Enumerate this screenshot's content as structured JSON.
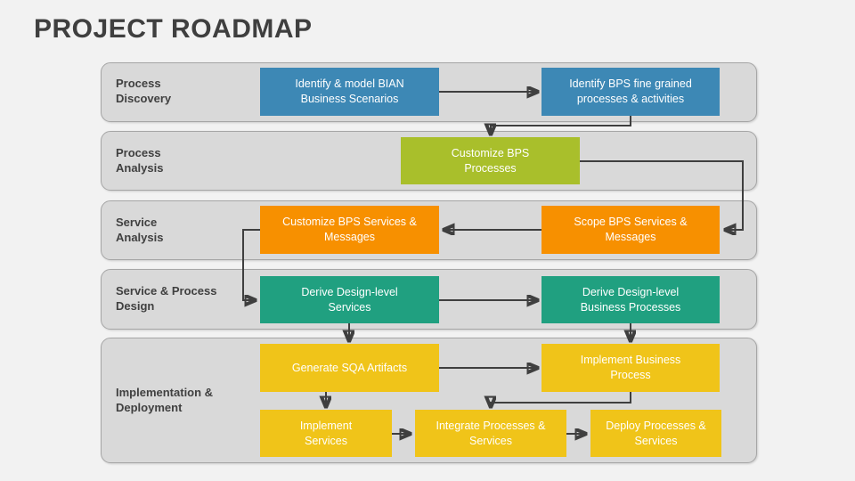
{
  "page": {
    "title": "PROJECT ROADMAP",
    "background": "#f2f2f2",
    "title_color": "#3f3f3f"
  },
  "palette": {
    "row_fill": "#d9d9d9",
    "row_border": "#a6a6a6",
    "connector": "#3f3f3f",
    "blue": "#3d88b5",
    "olive": "#a9bf2b",
    "orange": "#f79000",
    "teal": "#20a080",
    "yellow": "#f0c419"
  },
  "phases": [
    {
      "label": "Process\nDiscovery"
    },
    {
      "label": "Process\nAnalysis"
    },
    {
      "label": "Service\nAnalysis"
    },
    {
      "label": "Service & Process\nDesign"
    },
    {
      "label": "Implementation &\nDeployment"
    }
  ],
  "nodes": [
    {
      "id": "identify-model-bian",
      "label": "Identify & model BIAN\nBusiness Scenarios",
      "phase": "Process Discovery",
      "color": "#3d88b5"
    },
    {
      "id": "identify-bps-fine-grained",
      "label": "Identify BPS fine grained\nprocesses & activities",
      "phase": "Process Discovery",
      "color": "#3d88b5"
    },
    {
      "id": "customize-bps-processes",
      "label": "Customize BPS\nProcesses",
      "phase": "Process Analysis",
      "color": "#a9bf2b"
    },
    {
      "id": "customize-bps-services",
      "label": "Customize BPS Services &\nMessages",
      "phase": "Service Analysis",
      "color": "#f79000"
    },
    {
      "id": "scope-bps-services",
      "label": "Scope BPS Services &\nMessages",
      "phase": "Service Analysis",
      "color": "#f79000"
    },
    {
      "id": "derive-design-level-services",
      "label": "Derive Design-level\nServices",
      "phase": "Service & Process Design",
      "color": "#20a080"
    },
    {
      "id": "derive-design-level-processes",
      "label": "Derive Design-level\nBusiness Processes",
      "phase": "Service & Process Design",
      "color": "#20a080"
    },
    {
      "id": "generate-sqa-artifacts",
      "label": "Generate SQA Artifacts",
      "phase": "Implementation & Deployment",
      "color": "#f0c419"
    },
    {
      "id": "implement-business-process",
      "label": "Implement Business\nProcess",
      "phase": "Implementation & Deployment",
      "color": "#f0c419"
    },
    {
      "id": "implement-services",
      "label": "Implement\nServices",
      "phase": "Implementation & Deployment",
      "color": "#f0c419"
    },
    {
      "id": "integrate-processes-services",
      "label": "Integrate Processes &\nServices",
      "phase": "Implementation & Deployment",
      "color": "#f0c419"
    },
    {
      "id": "deploy-processes-services",
      "label": "Deploy Processes &\nServices",
      "phase": "Implementation & Deployment",
      "color": "#f0c419"
    }
  ],
  "connections": [
    {
      "from": "identify-model-bian",
      "to": "identify-bps-fine-grained"
    },
    {
      "from": "identify-bps-fine-grained",
      "to": "customize-bps-processes"
    },
    {
      "from": "customize-bps-processes",
      "to": "scope-bps-services"
    },
    {
      "from": "scope-bps-services",
      "to": "customize-bps-services"
    },
    {
      "from": "customize-bps-services",
      "to": "derive-design-level-services"
    },
    {
      "from": "derive-design-level-services",
      "to": "derive-design-level-processes"
    },
    {
      "from": "derive-design-level-services",
      "to": "generate-sqa-artifacts"
    },
    {
      "from": "derive-design-level-processes",
      "to": "implement-business-process"
    },
    {
      "from": "generate-sqa-artifacts",
      "to": "implement-business-process"
    },
    {
      "from": "generate-sqa-artifacts",
      "to": "implement-services"
    },
    {
      "from": "implement-services",
      "to": "integrate-processes-services"
    },
    {
      "from": "implement-business-process",
      "to": "integrate-processes-services"
    },
    {
      "from": "integrate-processes-services",
      "to": "deploy-processes-services"
    }
  ]
}
